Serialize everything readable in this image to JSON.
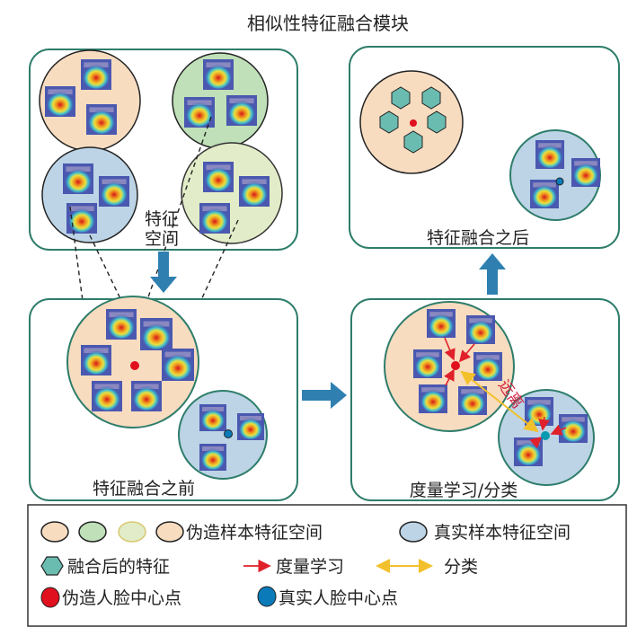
{
  "title": "相似性特征融合模块",
  "panels": {
    "feature_space_label_line1": "特征",
    "feature_space_label_line2": "空间",
    "before": "特征融合之前",
    "metric": "度量学习/分类",
    "after": "特征融合之后",
    "far_label": "远离"
  },
  "legend": {
    "fake_space": "伪造样本特征空间",
    "real_space": "真实样本特征空间",
    "fused_feature": "融合后的特征",
    "metric_learning": "度量学习",
    "classification": "分类",
    "fake_center": "伪造人脸中心点",
    "real_center": "真实人脸中心点"
  },
  "colors": {
    "panel_border": "#2e7d6b",
    "fake_space": "#f8dcc0",
    "fake_space_green": "#bfe0b8",
    "fake_space_light": "#e2ecc8",
    "real_space": "#bcd4e6",
    "fused_feature": "#6bbcb0",
    "metric_arrow": "#e0202a",
    "classify_arrow": "#f2c02a",
    "fake_center": "#e0101e",
    "real_center": "#0a7ab8",
    "flow_arrow": "#2f80b0"
  }
}
